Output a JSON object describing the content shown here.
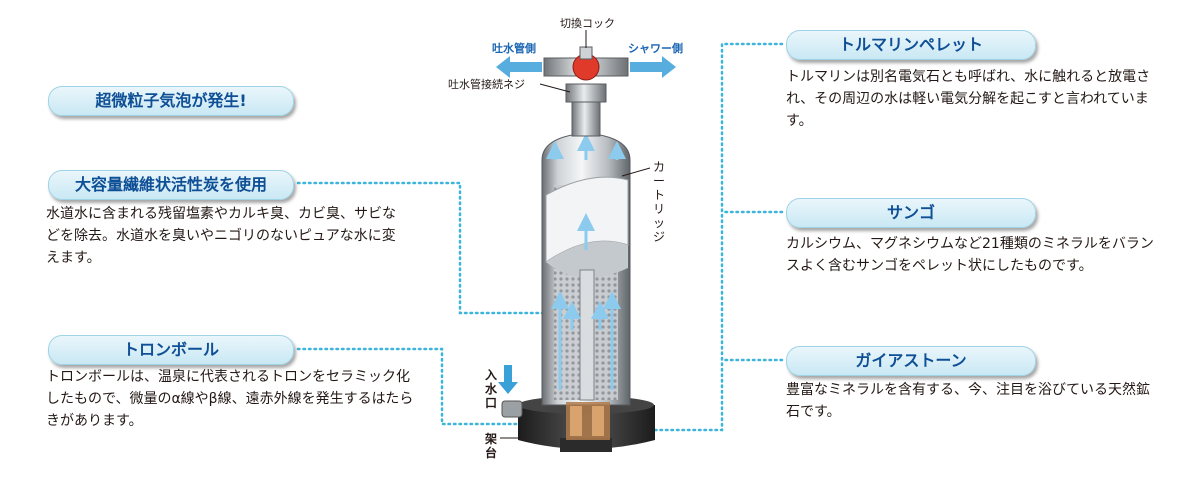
{
  "top_labels": {
    "switch_cock": "切換コック",
    "outlet_side": "吐水管側",
    "shower_side": "シャワー側",
    "outlet_screw": "吐水管接続ネジ",
    "cartridge": "カートリッジ",
    "inlet": "入水口",
    "stand": "架台"
  },
  "left_features": [
    {
      "title": "超微粒子気泡が発生!",
      "desc": ""
    },
    {
      "title": "大容量繊維状活性炭を使用",
      "desc": "水道水に含まれる残留塩素やカルキ臭、カビ臭、サビなどを除去。水道水を臭いやニゴリのないピュアな水に変えます。"
    },
    {
      "title": "トロンボール",
      "desc": "トロンボールは、温泉に代表されるトロンをセラミック化したもので、微量のα線やβ線、遠赤外線を発生するはたらきがあります。"
    }
  ],
  "right_features": [
    {
      "title": "トルマリンペレット",
      "desc": "トルマリンは別名電気石とも呼ばれ、水に触れると放電され、その周辺の水は軽い電気分解を起こすと言われています。"
    },
    {
      "title": "サンゴ",
      "desc": "カルシウム、マグネシウムなど21種類のミネラルをバランスよく含むサンゴをペレット状にしたものです。"
    },
    {
      "title": "ガイアストーン",
      "desc": "豊富なミネラルを含有する、今、注目を浴びている天然鉱石です。"
    }
  ],
  "colors": {
    "pill_text": "#0f4f96",
    "arrow_blue": "#3aa0d8",
    "dotted_line": "#3cb4dc",
    "red_valve": "#e03a2a"
  }
}
